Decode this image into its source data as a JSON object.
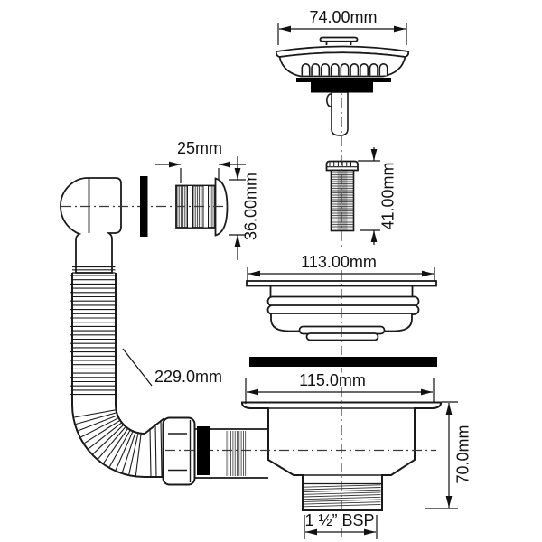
{
  "diagram": {
    "type": "technical-exploded-view",
    "subject": "kitchen sink basket strainer waste with flexible overflow",
    "labels": {
      "plug_diameter": "74.00mm",
      "overflow_thread_length": "25mm",
      "overflow_adapter_diameter": "36.00mm",
      "screw_length": "41.00mm",
      "flange_diameter": "113.00mm",
      "hose_length": "229.0mm",
      "body_flange_diameter": "115.0mm",
      "body_height": "70.0mm",
      "outlet_thread": "1 ½” BSP"
    },
    "colors": {
      "background": "#ffffff",
      "line": "#1a1a1a",
      "rubber": "#000000",
      "thread_shade": "#b5b5b5"
    }
  }
}
